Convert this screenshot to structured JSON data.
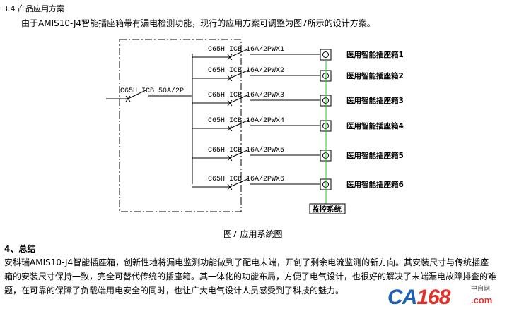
{
  "heading": "3.4 产品应用方案",
  "intro": "由于AMIS10-J4智能插座箱带有漏电检测功能，现行的应用方案可调整为图7所示的设计方案。",
  "diagram": {
    "main_breaker": "C65H ICB 50A/2P",
    "branch_breaker": "C65H ICB 16A/2P",
    "circuits": [
      "WX1",
      "WX2",
      "WX3",
      "WX4",
      "WX5",
      "WX6"
    ],
    "boxes": [
      "医用智能插座箱1",
      "医用智能插座箱2",
      "医用智能插座箱3",
      "医用智能插座箱4",
      "医用智能插座箱5",
      "医用智能插座箱6"
    ],
    "monitor": "监控系统",
    "line_color": "#22cc22"
  },
  "caption": "图7  应用系统图",
  "summary_heading": "4、总结",
  "summary_lines": [
    "    安科瑞AMIS10-J4智能插座箱，创新性地将漏电监测功能做到了配电末端，开创了剩余电流监测的新方向。其安装尺寸与传统插座",
    "箱的安装尺寸保持一致，完全可替代传统的插座箱。其一体化的功能布局，方便了电气设计，也很好的解决了末端漏电故障排查的难",
    "题，在可靠的保障了负载端用电安全的同时，也让广大电气设计人员感受到了科技的魅力。"
  ],
  "logo": {
    "main_a": "CA",
    "main_b": "168",
    "sub": "中自网",
    "domain": ".com"
  }
}
